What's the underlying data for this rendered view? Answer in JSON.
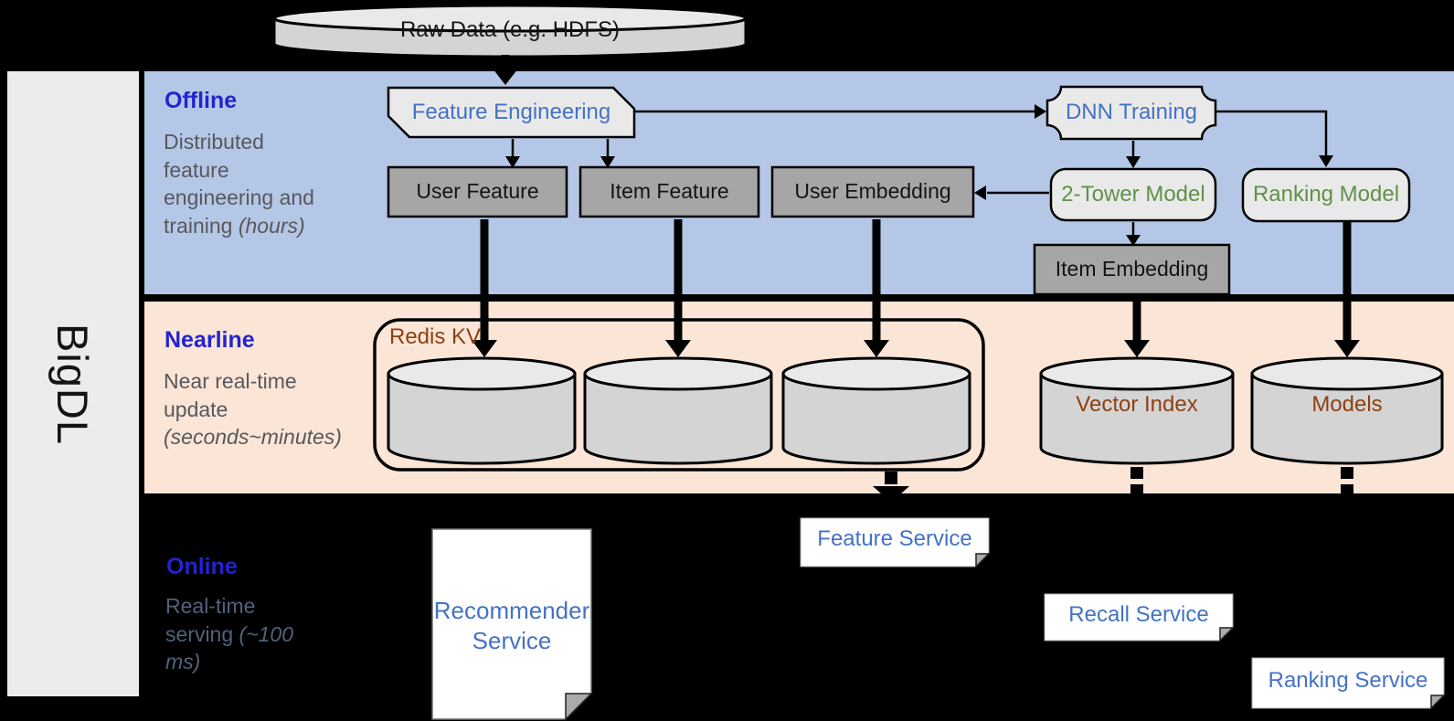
{
  "brand": {
    "name": "BigDL"
  },
  "source": {
    "raw_data": "Raw Data (e.g. HDFS)"
  },
  "sections": {
    "offline": {
      "title": "Offline",
      "desc": "Distributed feature engineering and training",
      "note": "(hours)"
    },
    "nearline": {
      "title": "Nearline",
      "desc": "Near real-time update",
      "note": "(seconds~minutes)"
    },
    "online": {
      "title": "Online",
      "desc": "Real-time serving",
      "note": "(~100 ms)"
    }
  },
  "offline_nodes": {
    "feature_engineering": "Feature Engineering",
    "dnn_training": "DNN Training",
    "user_feature": "User Feature",
    "item_feature": "Item Feature",
    "user_embedding": "User Embedding",
    "two_tower_model": "2-Tower Model",
    "ranking_model": "Ranking Model",
    "item_embedding": "Item Embedding"
  },
  "nearline_nodes": {
    "redis_kv": "Redis KV",
    "vector_index": "Vector Index",
    "models": "Models"
  },
  "online_nodes": {
    "recommender_service": "Recommender Service",
    "feature_service": "Feature Service",
    "recall_service": "Recall Service",
    "ranking_service": "Ranking Service"
  },
  "colors": {
    "band_blue": "#b4c7e7",
    "band_peach": "#fbe5d6",
    "sidebar_gray": "#edecea",
    "title_blue": "#2323cf",
    "accent_blue": "#4472c4",
    "model_green": "#5e9248",
    "store_brown": "#8f4012",
    "desc_gray": "#58585c",
    "desc_slate": "#50637a",
    "gray_box": "#a6a6a6",
    "light_box": "#eae9e9",
    "cyl_body": "#d4d4d4",
    "cyl_top": "#e9e9e9"
  }
}
